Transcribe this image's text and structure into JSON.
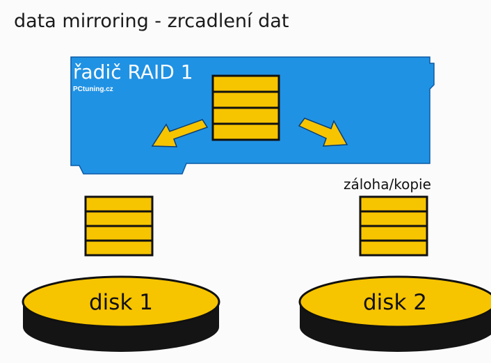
{
  "title": "data mirroring - zrcadlení dat",
  "controller": {
    "label": "řadič RAID 1",
    "brand": "PCtuning.cz"
  },
  "disk1": {
    "label": "disk 1"
  },
  "disk2": {
    "label": "disk 2",
    "note": "záloha/kopie"
  },
  "colors": {
    "controller_blue": "#1f95e8",
    "block_yellow": "#f7c400",
    "outline_black": "#111111",
    "background": "#fbfbfb"
  },
  "icons": [
    "arrow-down-left-icon",
    "arrow-down-right-icon"
  ]
}
